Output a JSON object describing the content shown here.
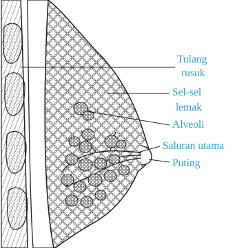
{
  "labels": {
    "tulang_rusuk_line1": "Tulang",
    "tulang_rusuk_line2": "rusuk",
    "sel_lemak_line1": "Sel-sel",
    "sel_lemak_line2": "lemak",
    "alveoli": "Alveoli",
    "saluran_utama": "Saluran utama",
    "puting": "Puting"
  },
  "colors": {
    "label_text": "#2aa0d2",
    "line_art": "#222222",
    "background": "#ffffff"
  }
}
